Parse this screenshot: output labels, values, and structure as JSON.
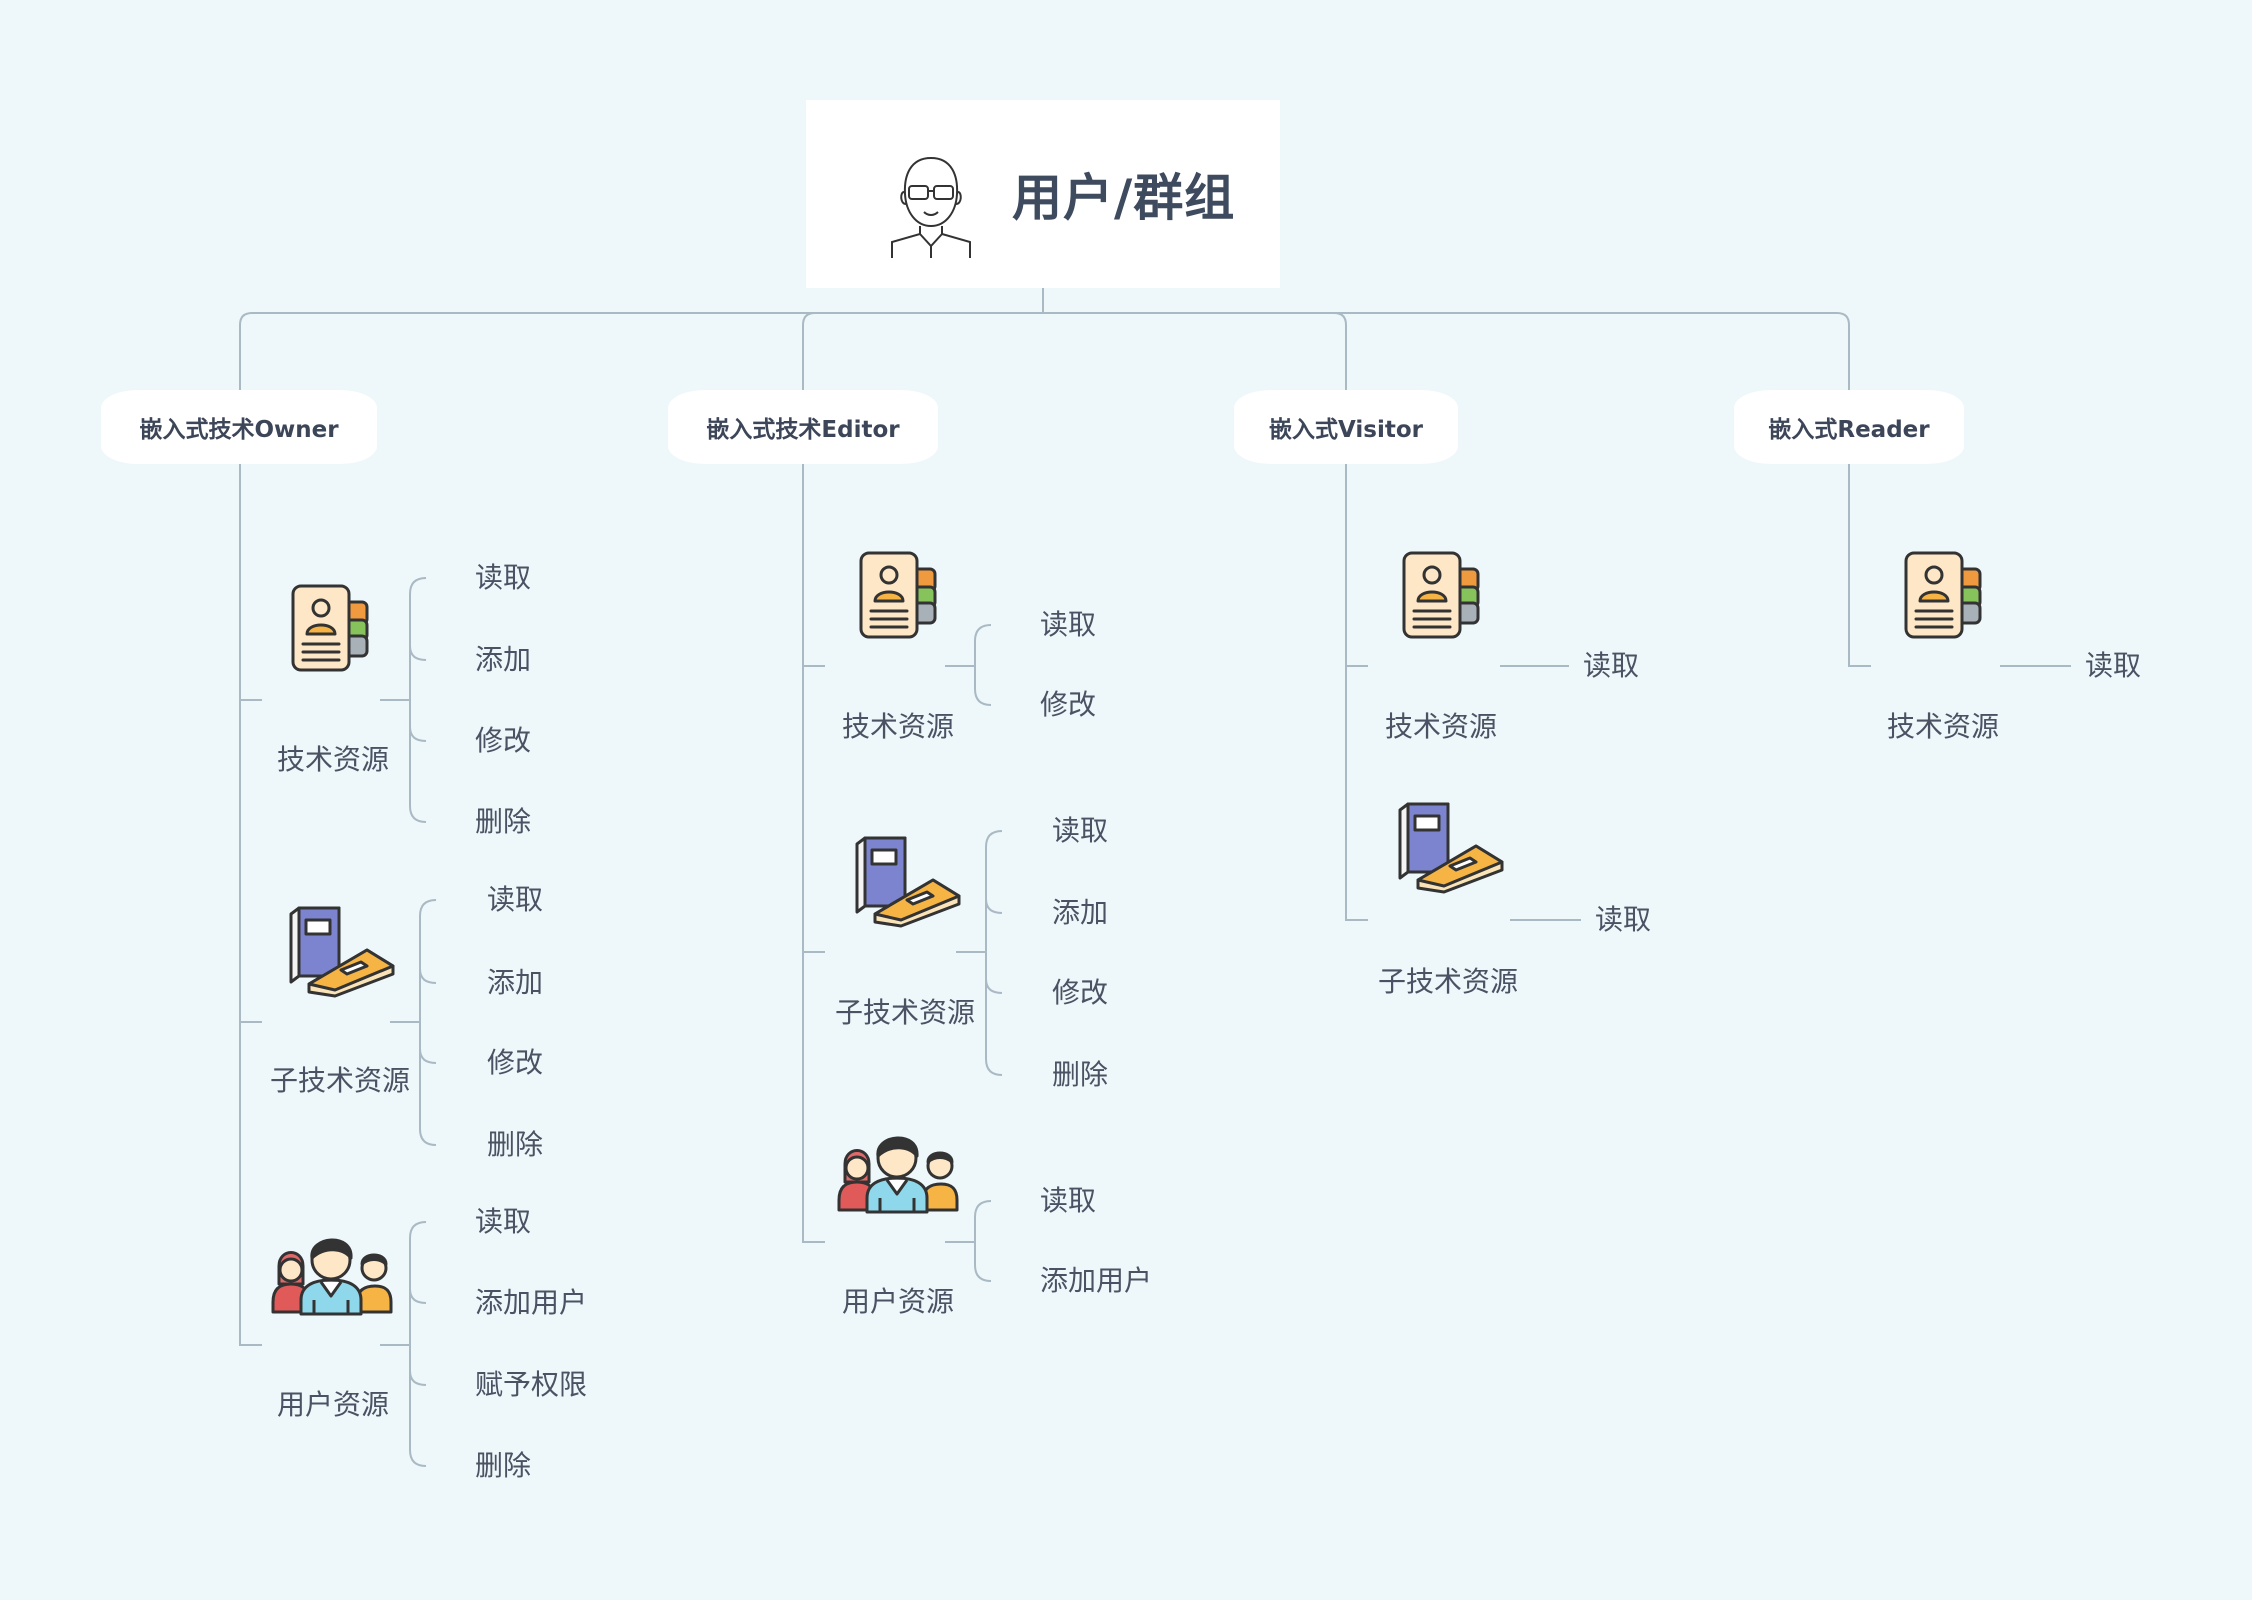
{
  "root": {
    "title": "用户/群组"
  },
  "roles": [
    {
      "label": "嵌入式技术Owner",
      "resources": [
        {
          "label": "技术资源",
          "icon": "resource-card-icon",
          "perms": [
            "读取",
            "添加",
            "修改",
            "删除"
          ]
        },
        {
          "label": "子技术资源",
          "icon": "books-icon",
          "perms": [
            "读取",
            "添加",
            "修改",
            "删除"
          ]
        },
        {
          "label": "用户资源",
          "icon": "user-group-icon",
          "perms": [
            "读取",
            "添加用户",
            "赋予权限",
            "删除"
          ]
        }
      ]
    },
    {
      "label": "嵌入式技术Editor",
      "resources": [
        {
          "label": "技术资源",
          "icon": "resource-card-icon",
          "perms": [
            "读取",
            "修改"
          ]
        },
        {
          "label": "子技术资源",
          "icon": "books-icon",
          "perms": [
            "读取",
            "添加",
            "修改",
            "删除"
          ]
        },
        {
          "label": "用户资源",
          "icon": "user-group-icon",
          "perms": [
            "读取",
            "添加用户"
          ]
        }
      ]
    },
    {
      "label": "嵌入式Visitor",
      "resources": [
        {
          "label": "技术资源",
          "icon": "resource-card-icon",
          "perms": [
            "读取"
          ]
        },
        {
          "label": "子技术资源",
          "icon": "books-icon",
          "perms": [
            "读取"
          ]
        }
      ]
    },
    {
      "label": "嵌入式Reader",
      "resources": [
        {
          "label": "技术资源",
          "icon": "resource-card-icon",
          "perms": [
            "读取"
          ]
        }
      ]
    }
  ]
}
